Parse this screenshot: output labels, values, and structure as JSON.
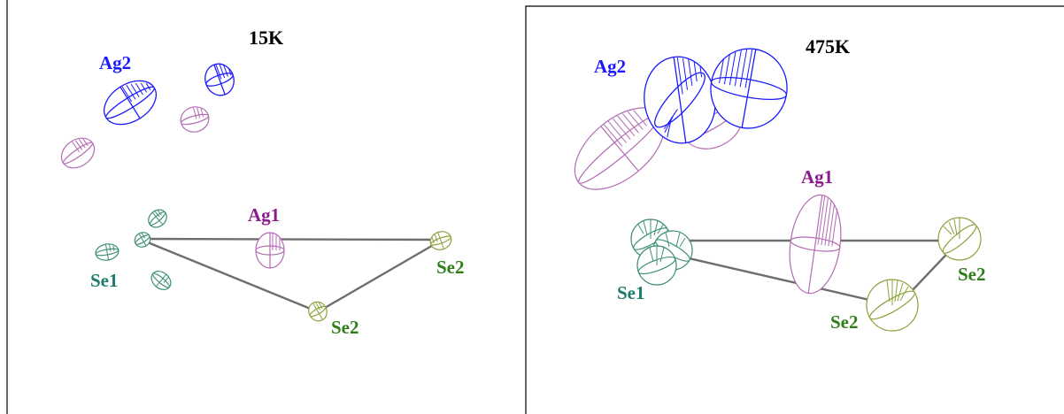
{
  "panels": [
    {
      "title": "15K",
      "labels": {
        "ag2": "Ag2",
        "ag1": "Ag1",
        "se1": "Se1",
        "se2_right": "Se2",
        "se2_bottom": "Se2"
      }
    },
    {
      "title": "475K",
      "labels": {
        "ag2": "Ag2",
        "ag1": "Ag1",
        "se1": "Se1",
        "se2_right": "Se2",
        "se2_bottom": "Se2"
      }
    }
  ],
  "colors": {
    "ag2": "#1a1aff",
    "ag2_ghost": "#b36bb3",
    "ag1": "#8b1a8b",
    "ag1_ellipsoid": "#b36bb3",
    "se1": "#3f8f7a",
    "se1_label": "#1f7a6e",
    "se2": "#8aa23a",
    "se2_label": "#2e7d1a",
    "bond": "#6e6e6e"
  }
}
